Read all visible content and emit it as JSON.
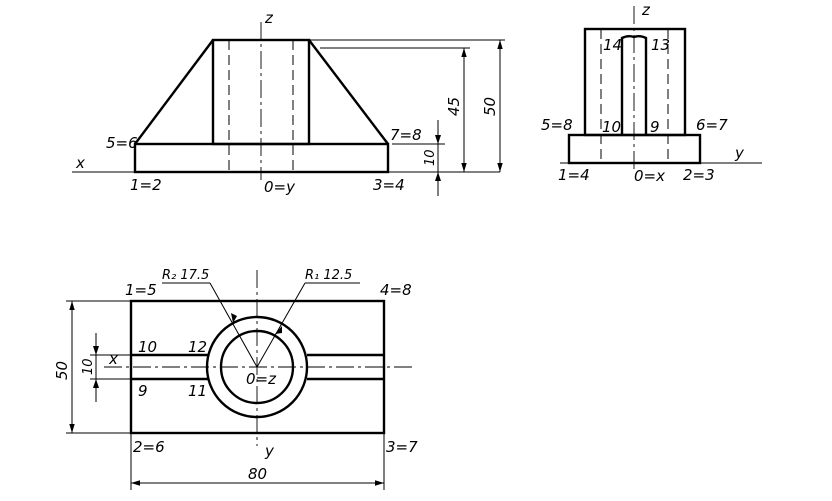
{
  "front_view": {
    "axis_z": "z",
    "axis_x": "x",
    "label_5_6": "5=6",
    "label_7_8": "7=8",
    "label_1_2": "1=2",
    "label_0_y": "0=y",
    "label_3_4": "3=4",
    "dim_45": "45",
    "dim_50": "50",
    "dim_10": "10"
  },
  "side_view": {
    "axis_z": "z",
    "axis_y": "y",
    "label_14": "14",
    "label_13": "13",
    "label_5_8": "5=8",
    "label_10": "10",
    "label_9": "9",
    "label_6_7": "6=7",
    "label_1_4": "1=4",
    "label_0_x": "0=x",
    "label_2_3": "2=3"
  },
  "top_view": {
    "radius_outer": "R₂ 17.5",
    "radius_inner": "R₁ 12.5",
    "label_1_5": "1=5",
    "label_4_8": "4=8",
    "label_10": "10",
    "label_12": "12",
    "label_x": "x",
    "label_9": "9",
    "label_11": "11",
    "label_0_z": "0=z",
    "label_2_6": "2=6",
    "label_y": "y",
    "label_3_7": "3=7",
    "dim_50": "50",
    "dim_10": "10",
    "dim_80": "80"
  }
}
